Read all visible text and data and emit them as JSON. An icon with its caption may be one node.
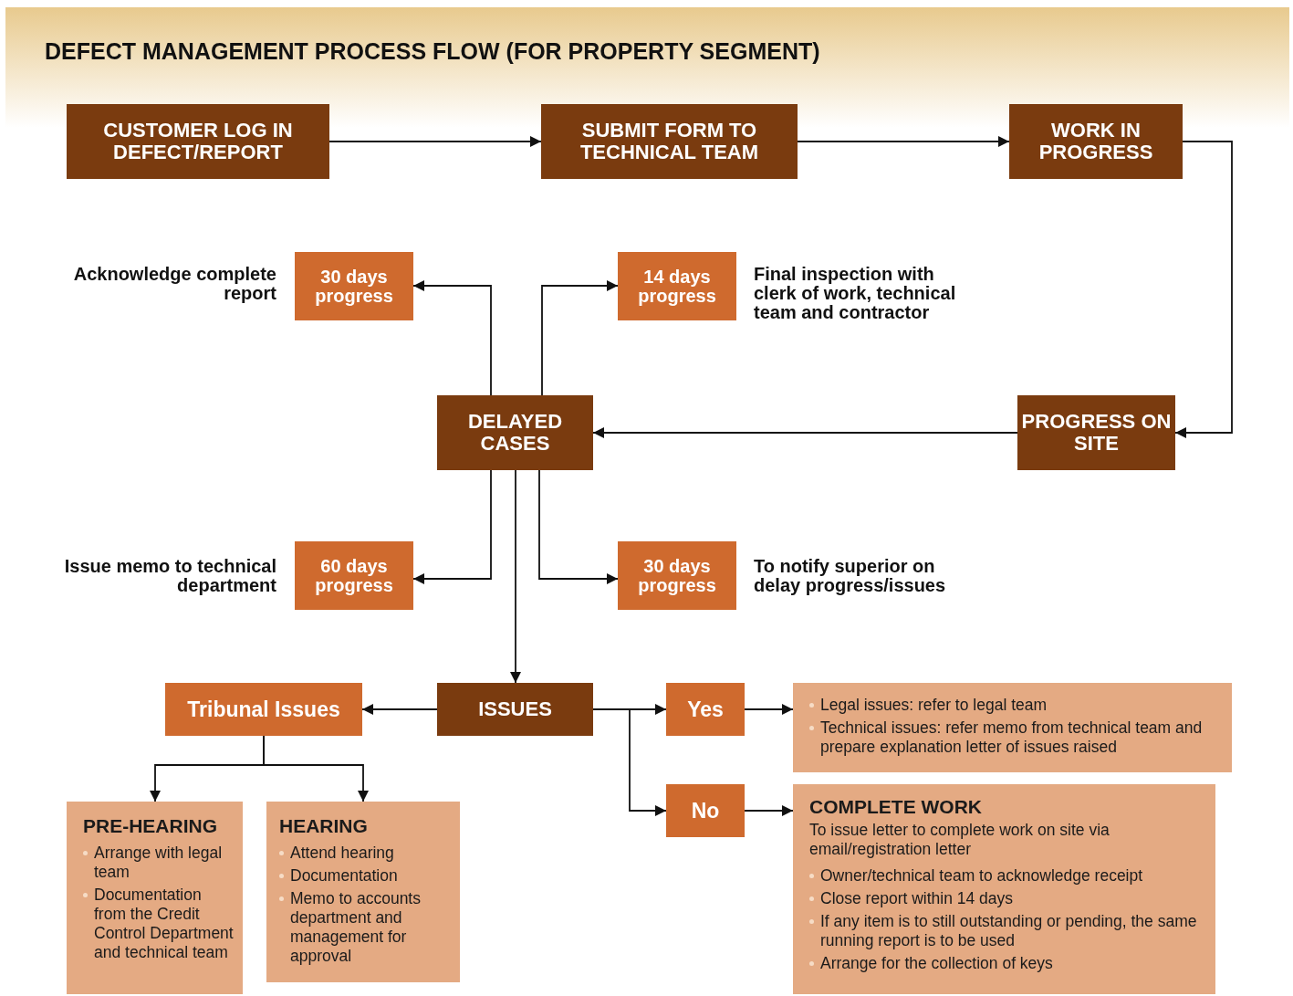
{
  "diagram": {
    "title": "DEFECT MANAGEMENT PROCESS FLOW (FOR PROPERTY SEGMENT)",
    "nodes": [
      {
        "text": [
          "CUSTOMER LOG IN DEFECT/REPORT"
        ]
      },
      {
        "text": [
          "SUBMIT FORM TO TECHNICAL TEAM"
        ]
      },
      {
        "text": [
          "WORK IN PROGRESS"
        ]
      },
      {
        "text": [
          "30 days progress"
        ],
        "beside": [
          "Acknowledge complete report"
        ]
      },
      {
        "text": [
          "14 days progress"
        ],
        "beside": [
          "Final inspection with clerk of work, technical team and contractor"
        ]
      },
      {
        "text": [
          "DELAYED CASES"
        ]
      },
      {
        "text": [
          "PROGRESS ON SITE"
        ]
      },
      {
        "text": [
          "60 days progress"
        ],
        "beside": [
          "Issue memo to technical department"
        ]
      },
      {
        "text": [
          "30 days progress"
        ],
        "beside": [
          "To notify superior on delay progress/issues"
        ]
      },
      {
        "text": [
          "Tribunal Issues"
        ]
      },
      {
        "text": [
          "ISSUES"
        ]
      },
      {
        "text": [
          "Yes"
        ]
      },
      {
        "text": [
          "Legal issues: refer to legal team",
          "Technical issues: refer memo from technical team and prepare explanation letter of issues raised"
        ]
      },
      {
        "text": [
          "No"
        ]
      },
      {
        "text": [
          "COMPLETE WORK",
          "To issue letter to complete work on site via email/registration letter",
          "Owner/technical team to acknowledge receipt",
          "Close report within 14 days",
          "If any item is to still outstanding or pending, the same running report is to be used",
          "Arrange for the collection of keys"
        ]
      },
      {
        "text": [
          "PRE-HEARING",
          "Arrange with legal team",
          "Documentation from the Credit Control Department and technical team"
        ]
      },
      {
        "text": [
          "HEARING",
          "Attend hearing",
          "Documentation",
          "Memo to accounts department and management for approval"
        ]
      }
    ],
    "edges": [
      {
        "from": 0,
        "to": 1,
        "arrow": "to"
      },
      {
        "from": 1,
        "to": 2,
        "arrow": "to"
      },
      {
        "from": 2,
        "to": 6,
        "arrow": "to"
      },
      {
        "from": 6,
        "to": 5,
        "arrow": "to"
      },
      {
        "from": 5,
        "to": 3,
        "arrow": "to"
      },
      {
        "from": 5,
        "to": 4,
        "arrow": "to"
      },
      {
        "from": 5,
        "to": 7,
        "arrow": "to"
      },
      {
        "from": 5,
        "to": 8,
        "arrow": "to"
      },
      {
        "from": 5,
        "to": 10,
        "arrow": "to"
      },
      {
        "from": 10,
        "to": 9,
        "arrow": "to"
      },
      {
        "from": 10,
        "to": 11,
        "arrow": "to"
      },
      {
        "from": 10,
        "to": 13,
        "arrow": "to"
      },
      {
        "from": 11,
        "to": 12,
        "arrow": "to"
      },
      {
        "from": 13,
        "to": 14,
        "arrow": "to"
      },
      {
        "from": 9,
        "to": 15,
        "arrow": "to"
      },
      {
        "from": 9,
        "to": 16,
        "arrow": "to"
      }
    ]
  }
}
